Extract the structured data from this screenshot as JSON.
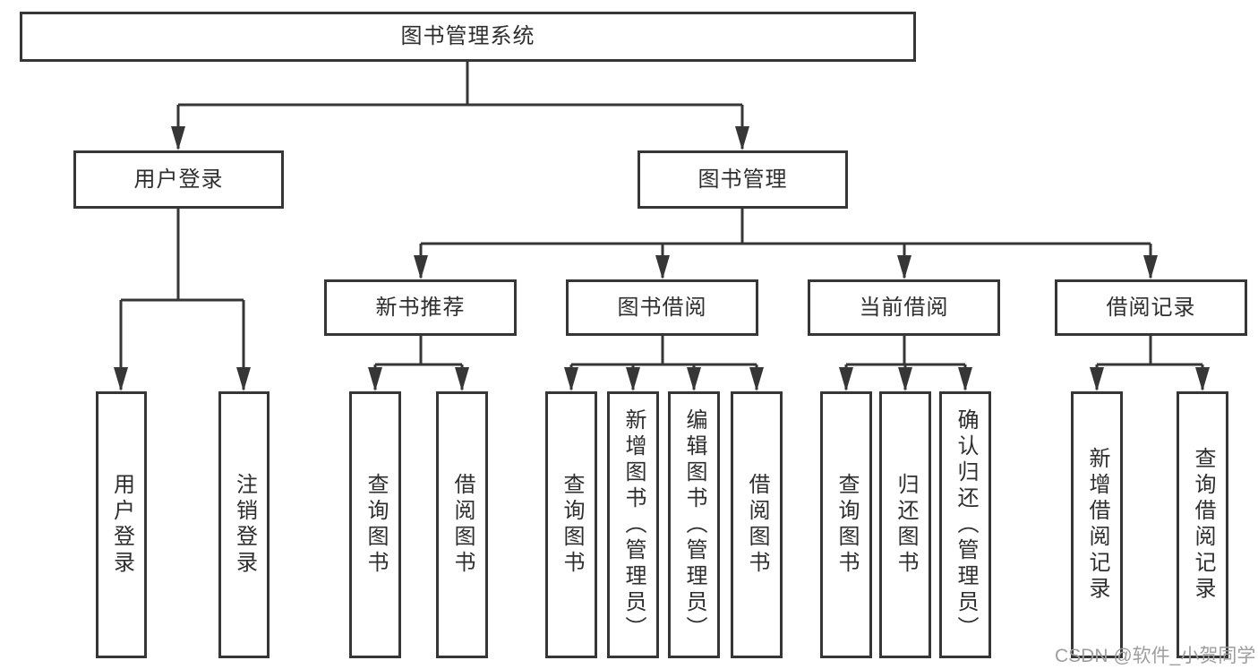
{
  "diagram": {
    "root_label": "图书管理系统",
    "level2": {
      "user_login": "用户登录",
      "book_mgmt": "图书管理"
    },
    "level3": {
      "new_books": "新书推荐",
      "borrow": "图书借阅",
      "current": "当前借阅",
      "records": "借阅记录"
    },
    "groups": {
      "user_login": [
        "用户登录",
        "注销登录"
      ],
      "new_books": [
        "查询图书",
        "借阅图书"
      ],
      "borrow": [
        "查询图书",
        "新增图书（管理员）",
        "编辑图书（管理员）",
        "借阅图书"
      ],
      "current": [
        "查询图书",
        "归还图书",
        "确认归还（管理员）"
      ],
      "records": [
        "新增借阅记录",
        "查询借阅记录"
      ]
    }
  },
  "watermark": "CSDN @软件_小贺同学",
  "colors": {
    "line": "#363636",
    "box_border": "#363636",
    "box_fill": "#ffffff",
    "text": "#2e2e2e",
    "watermark": "#9e9e9e",
    "background": "#ffffff"
  }
}
